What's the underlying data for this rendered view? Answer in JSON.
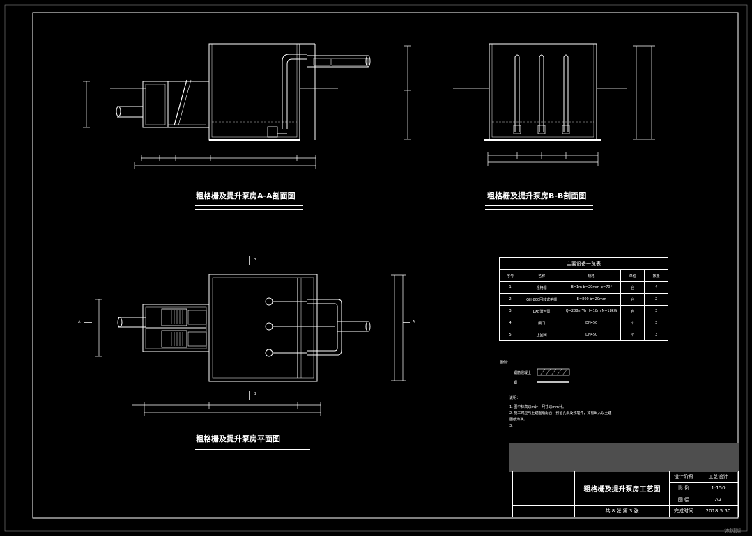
{
  "titles": {
    "section_aa": "粗格栅及提升泵房A-A剖面图",
    "section_bb": "粗格栅及提升泵房B-B剖面图",
    "plan": "粗格栅及提升泵房平面图"
  },
  "section_markers": {
    "a_left": "A",
    "a_right": "A",
    "b_top": "B",
    "b_bottom": "B"
  },
  "equipment_table": {
    "caption": "主要设备一览表",
    "headers": [
      "序号",
      "名称",
      "规格",
      "单位",
      "数量"
    ],
    "rows": [
      [
        "1",
        "粗格栅",
        "B=1m b=20mm α=70°",
        "台",
        "4"
      ],
      [
        "2",
        "GH-800回转式格栅",
        "B=800 b=20mm",
        "台",
        "2"
      ],
      [
        "3",
        "LXB潜污泵",
        "Q=288m³/h H=18m N=18kW",
        "台",
        "3"
      ],
      [
        "4",
        "闸门",
        "DN450",
        "个",
        "3"
      ],
      [
        "5",
        "止回阀",
        "DN450",
        "个",
        "3"
      ]
    ]
  },
  "legend": {
    "label": "图例：",
    "item1": "钢筋混凝土",
    "item2": "钢"
  },
  "notes": {
    "label": "说明：",
    "lines": [
      "1. 图中标高以m计，尺寸以mm计。",
      "2. 施工时应与土建图纸配合，预留孔洞及预埋件，如有出入以土建图纸为准。",
      "3."
    ]
  },
  "title_block": {
    "drawing_name": "粗格栅及提升泵房工艺图",
    "design_label": "设计阶段",
    "design_value": "工艺设计",
    "scale_label": "比 例",
    "scale_value": "1:150",
    "sheet_size_label": "图 幅",
    "sheet_size_value": "A2",
    "date_label": "完成时间",
    "date_value": "2018.5.30",
    "sheet_count": "共 8 张  第 3 张"
  },
  "watermark": "沐风网",
  "colors": {
    "background": "#000000",
    "lines": "#ffffff",
    "title_block_fill": "#4e4e4e"
  }
}
